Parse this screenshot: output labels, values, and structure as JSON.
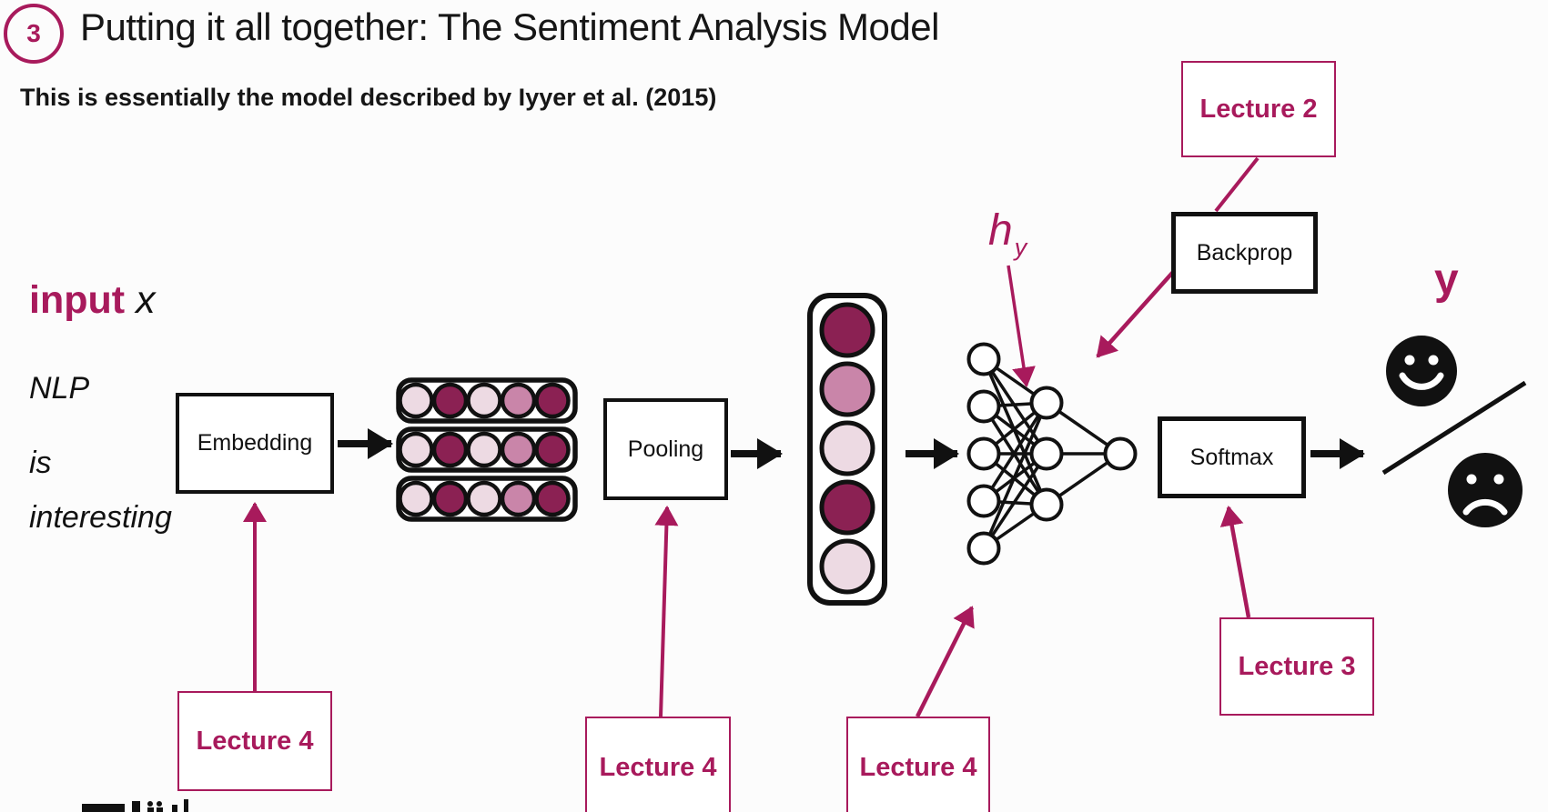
{
  "slide": {
    "badge_number": "3",
    "title": "Putting it all together: The Sentiment Analysis Model",
    "subtitle": "This is essentially the model described by Iyyer et al. (2015)"
  },
  "labels": {
    "input_word": "input",
    "input_var": "x",
    "words": [
      "NLP",
      "is",
      "interesting"
    ],
    "hidden_var": "h",
    "hidden_sub": "y",
    "output_var": "y"
  },
  "boxes": {
    "embedding": "Embedding",
    "pooling": "Pooling",
    "softmax": "Softmax",
    "backprop": "Backprop",
    "lecture2": "Lecture 2",
    "lecture3": "Lecture 3",
    "lecture4": "Lecture 4"
  },
  "vectors": {
    "embedding_rows": [
      [
        "light",
        "dark",
        "light",
        "medium",
        "dark"
      ],
      [
        "light",
        "dark",
        "light",
        "medium",
        "dark"
      ],
      [
        "light",
        "dark",
        "light",
        "medium",
        "dark"
      ]
    ],
    "pooled": [
      "dark",
      "medium",
      "light",
      "dark",
      "light"
    ]
  },
  "network": {
    "layers": [
      5,
      3,
      1
    ]
  },
  "colors": {
    "accent": "#a81a5c",
    "vector_dark": "#8b2153",
    "vector_medium": "#c985a9",
    "vector_light": "#eddae3",
    "ink": "#111111",
    "background": "#fcfcfc"
  }
}
